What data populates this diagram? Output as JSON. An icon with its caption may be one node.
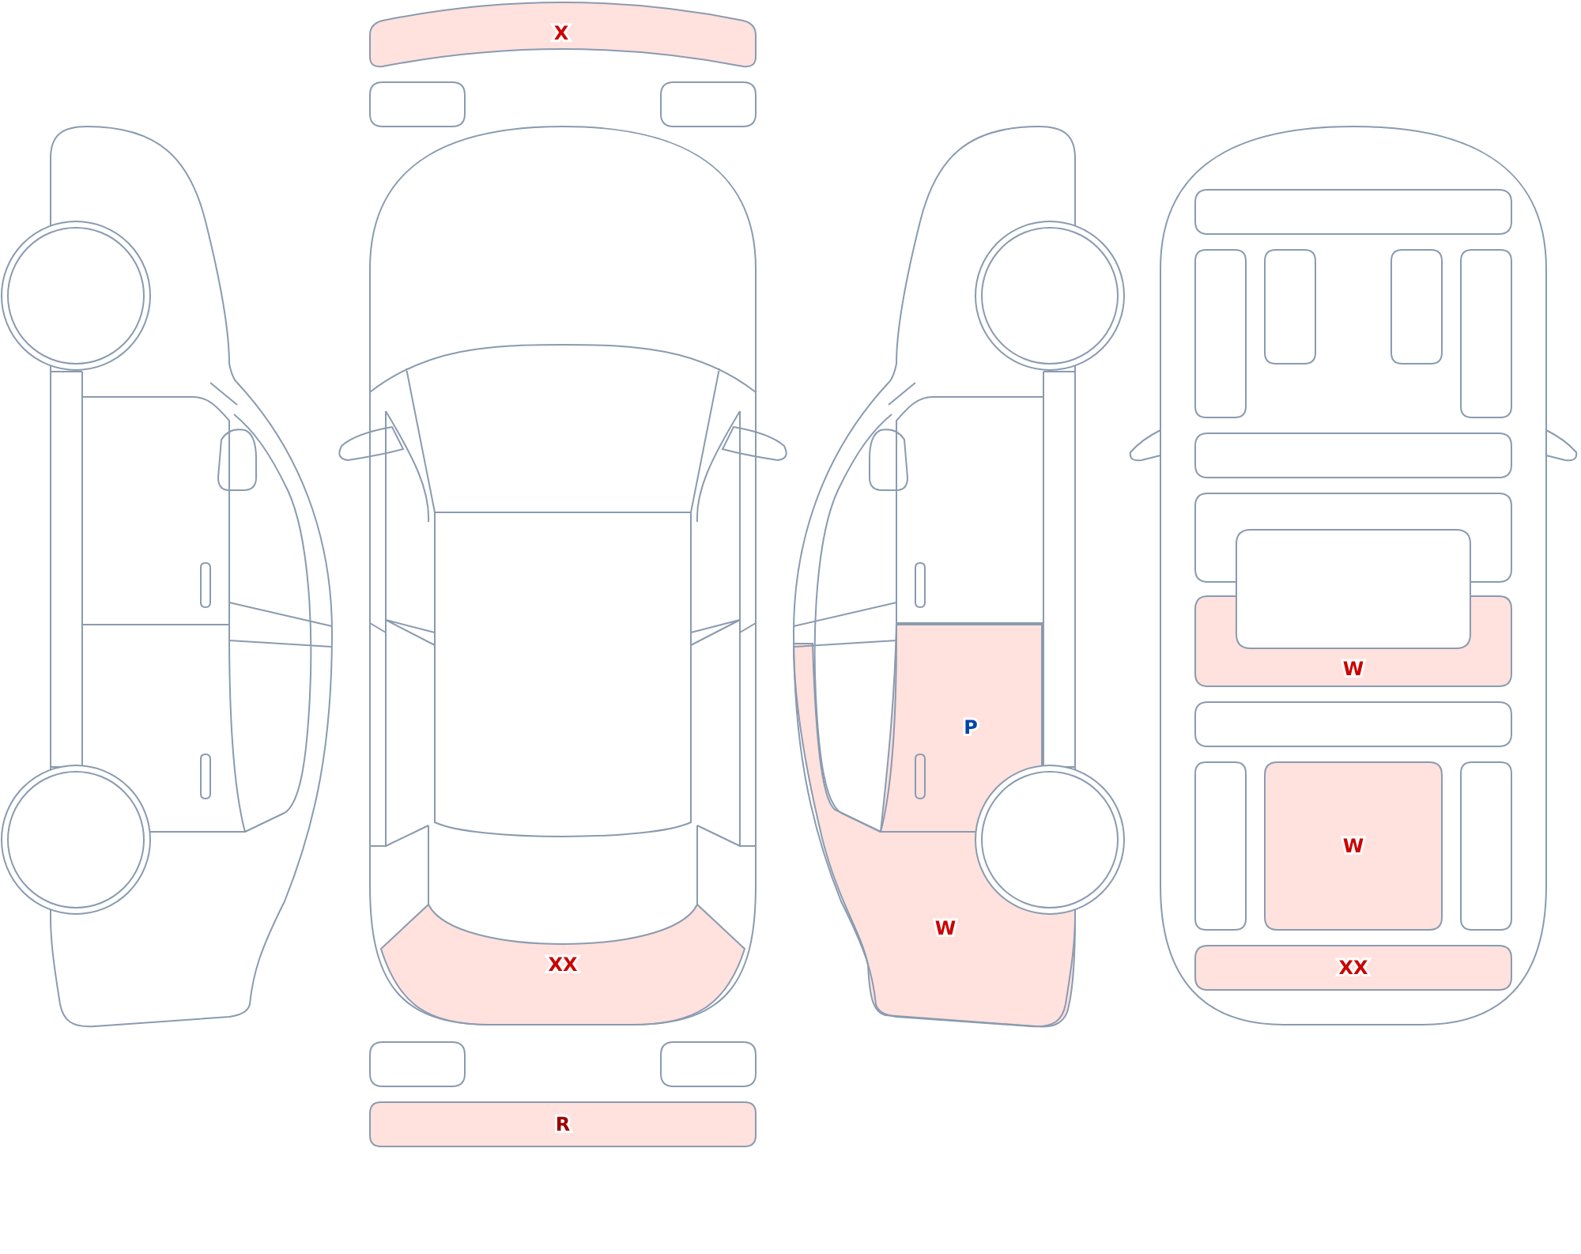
{
  "diagram": {
    "nodes": [
      {
        "text": [
          "X"
        ]
      },
      {
        "text": [],
        "shape": "box"
      },
      {
        "text": [],
        "shape": "box"
      },
      {
        "text": [
          "XX"
        ]
      },
      {
        "text": [],
        "shape": "box"
      },
      {
        "text": [],
        "shape": "box"
      },
      {
        "text": [
          "R"
        ]
      },
      {
        "text": [
          "P"
        ]
      },
      {
        "text": [
          "W"
        ]
      },
      {
        "text": [],
        "shape": "box"
      },
      {
        "text": [],
        "shape": "box"
      },
      {
        "text": [],
        "shape": "box"
      },
      {
        "text": [],
        "shape": "box"
      },
      {
        "text": [],
        "shape": "box"
      },
      {
        "text": [],
        "shape": "box"
      },
      {
        "text": [],
        "shape": "box"
      },
      {
        "text": [
          "W"
        ]
      },
      {
        "text": [],
        "shape": "box"
      },
      {
        "text": [],
        "shape": "box"
      },
      {
        "text": [],
        "shape": "box"
      },
      {
        "text": [
          "W"
        ]
      },
      {
        "text": [],
        "shape": "box"
      },
      {
        "text": [
          "XX"
        ]
      }
    ]
  }
}
